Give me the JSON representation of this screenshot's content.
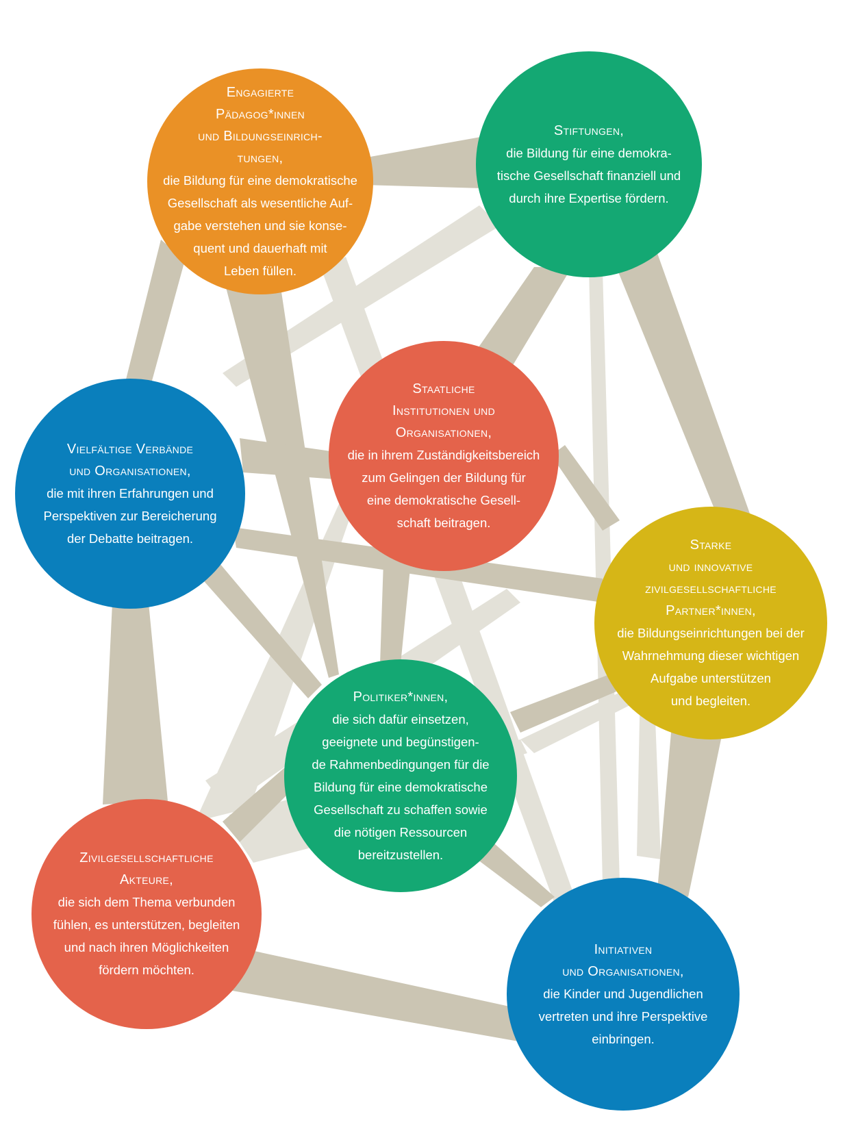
{
  "colors": {
    "orange": "#EA9126",
    "green": "#14A873",
    "red": "#E4634B",
    "blue": "#0A7FBC",
    "yellow": "#D6B617",
    "connector_dark": "#CBC5B3",
    "connector_light": "#E3E1D8"
  },
  "nodes": {
    "paedagogen": {
      "title": "Engagierte\nPädagog*innen\nund Bildungseinrich-\ntungen,",
      "desc": "die Bildung für eine demokratische\nGesellschaft als wesentliche Auf-\ngabe verstehen und sie konse-\nquent und dauerhaft mit\nLeben füllen."
    },
    "stiftungen": {
      "title": "Stiftungen,",
      "desc": "die Bildung für eine demokra-\ntische Gesellschaft finanziell und\ndurch ihre Expertise fördern."
    },
    "staatlich": {
      "title": "Staatliche\nInstitutionen und\nOrganisationen,",
      "desc": "die in ihrem Zuständigkeitsbereich\nzum Gelingen der Bildung für\neine demokratische Gesell-\nschaft beitragen."
    },
    "verbaende": {
      "title": "Vielfältige Verbände\nund Organisationen,",
      "desc": "die mit ihren Erfahrungen und\nPerspektiven zur Bereicherung\nder Debatte beitragen."
    },
    "starke": {
      "title": "Starke\nund innovative\nzivilgesellschaftliche\nPartner*innen,",
      "desc": "die Bildungseinrichtungen bei der\nWahrnehmung dieser wichtigen\nAufgabe unterstützen\nund begleiten."
    },
    "politiker": {
      "title": "Politiker*innen,",
      "desc": "die sich dafür einsetzen,\ngeeignete und begünstigen-\nde Rahmenbedingungen für die\nBildung für eine demokratische\nGesellschaft zu schaffen sowie\ndie nötigen Ressourcen\nbereitzustellen."
    },
    "zivil": {
      "title": "Zivilgesellschaftliche\nAkteure,",
      "desc": "die sich dem Thema verbunden\nfühlen, es unterstützen, begleiten\nund nach ihren Möglichkeiten\nfördern möchten."
    },
    "initiativen": {
      "title": "Initiativen\nund Organisationen,",
      "desc": "die Kinder und Jugendlichen\nvertreten und ihre Perspektive\neinbringen."
    }
  }
}
